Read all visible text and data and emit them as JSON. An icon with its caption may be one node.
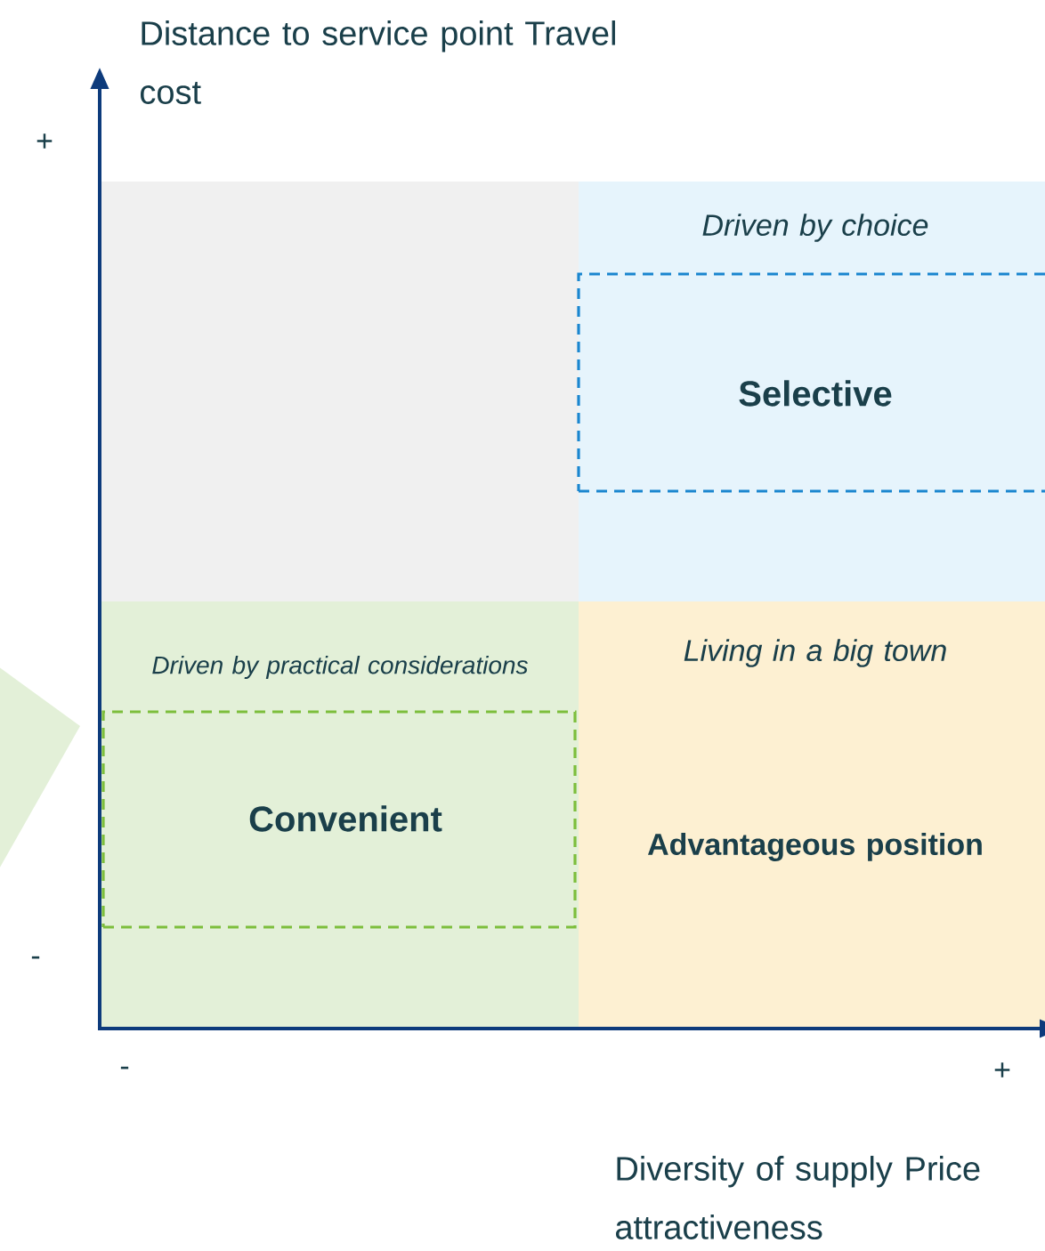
{
  "diagram": {
    "nodes": [
      {
        "text": [],
        "shape": "box"
      },
      {
        "text": [
          "Driven by choice"
        ]
      },
      {
        "text": [
          "Selective"
        ],
        "in": 1
      },
      {
        "text": [
          "Driven by practical considerations"
        ]
      },
      {
        "text": [
          "Convenient"
        ],
        "in": 3
      },
      {
        "text": [
          "Living in a big town",
          "Advantageous position"
        ]
      }
    ],
    "labels": [
      "Distance to service point Travel cost",
      "+",
      "-",
      "-",
      "+",
      "Diversity of supply Price attractiveness"
    ]
  }
}
